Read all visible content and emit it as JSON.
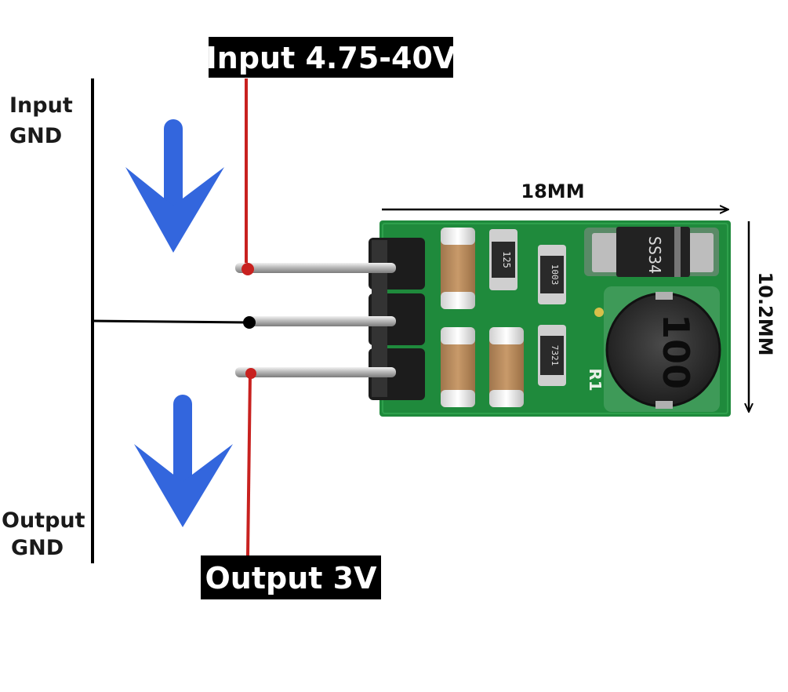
{
  "labels": {
    "input_voltage": "Input 4.75-40V",
    "output_voltage": "Output 3V",
    "input_gnd_line1": "Input",
    "input_gnd_line2": "GND",
    "output_gnd_line1": "Output",
    "output_gnd_line2": "GND",
    "width_dim": "18MM",
    "height_dim": "10.2MM"
  },
  "components": {
    "diode_marking": "SS34",
    "inductor_marking": "100",
    "resistor_top": "125",
    "resistor_mid": "1003",
    "resistor_low": "7321",
    "ref_r1": "R1"
  },
  "colors": {
    "wire_red": "#c8211f",
    "wire_black": "#000000",
    "arrow_blue": "#3366dd",
    "pcb_green": "#1f8a3c",
    "label_bg": "#000000",
    "label_text": "#ffffff"
  }
}
